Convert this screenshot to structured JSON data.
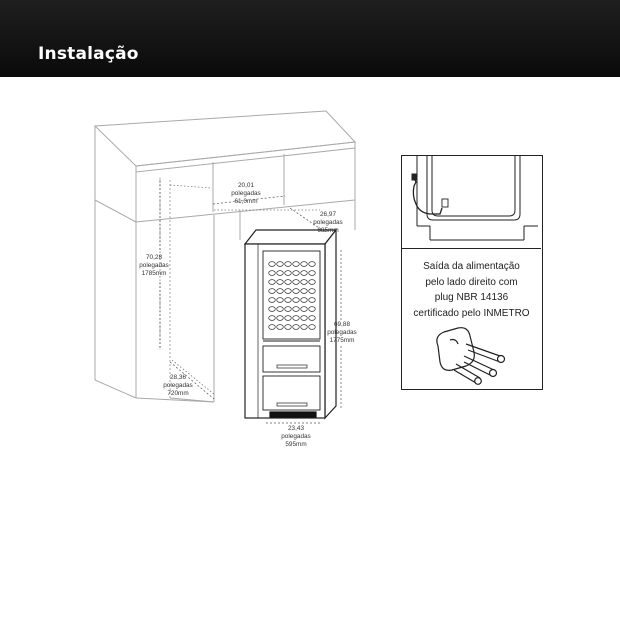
{
  "header": {
    "title": "Instalação"
  },
  "dimensions": {
    "niche_width": {
      "in": "20,01",
      "unit": "polegadas",
      "mm": "61,0mm"
    },
    "niche_depth": {
      "in": "26,97",
      "unit": "polegadas",
      "mm": "685mm"
    },
    "niche_height": {
      "in": "70,28",
      "unit": "polegadas",
      "mm": "1785mm"
    },
    "niche_bottom_depth": {
      "in": "28,36",
      "unit": "polegadas",
      "mm": "720mm"
    },
    "appliance_height": {
      "in": "69,88",
      "unit": "polegadas",
      "mm": "1775mm"
    },
    "appliance_width": {
      "in": "23,43",
      "unit": "polegadas",
      "mm": "595mm"
    }
  },
  "plug_panel": {
    "line1": "Saída da alimentação",
    "line2": "pelo lado direito com",
    "line3": "plug NBR 14136",
    "line4": "certificado pelo INMETRO"
  }
}
